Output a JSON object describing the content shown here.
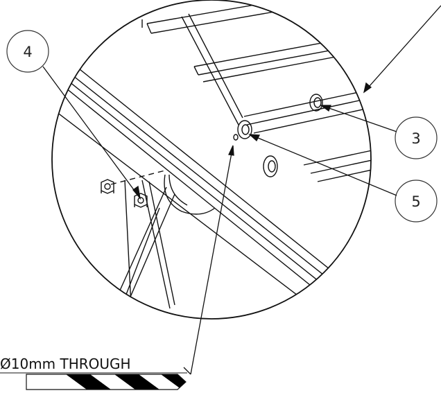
{
  "callouts": [
    {
      "label": "4"
    },
    {
      "label": "3"
    },
    {
      "label": "5"
    }
  ],
  "note": {
    "text": "Ø10mm THROUGH"
  },
  "colors": {
    "line": "#111111",
    "background": "#ffffff",
    "drill_stripe": "#000000"
  }
}
